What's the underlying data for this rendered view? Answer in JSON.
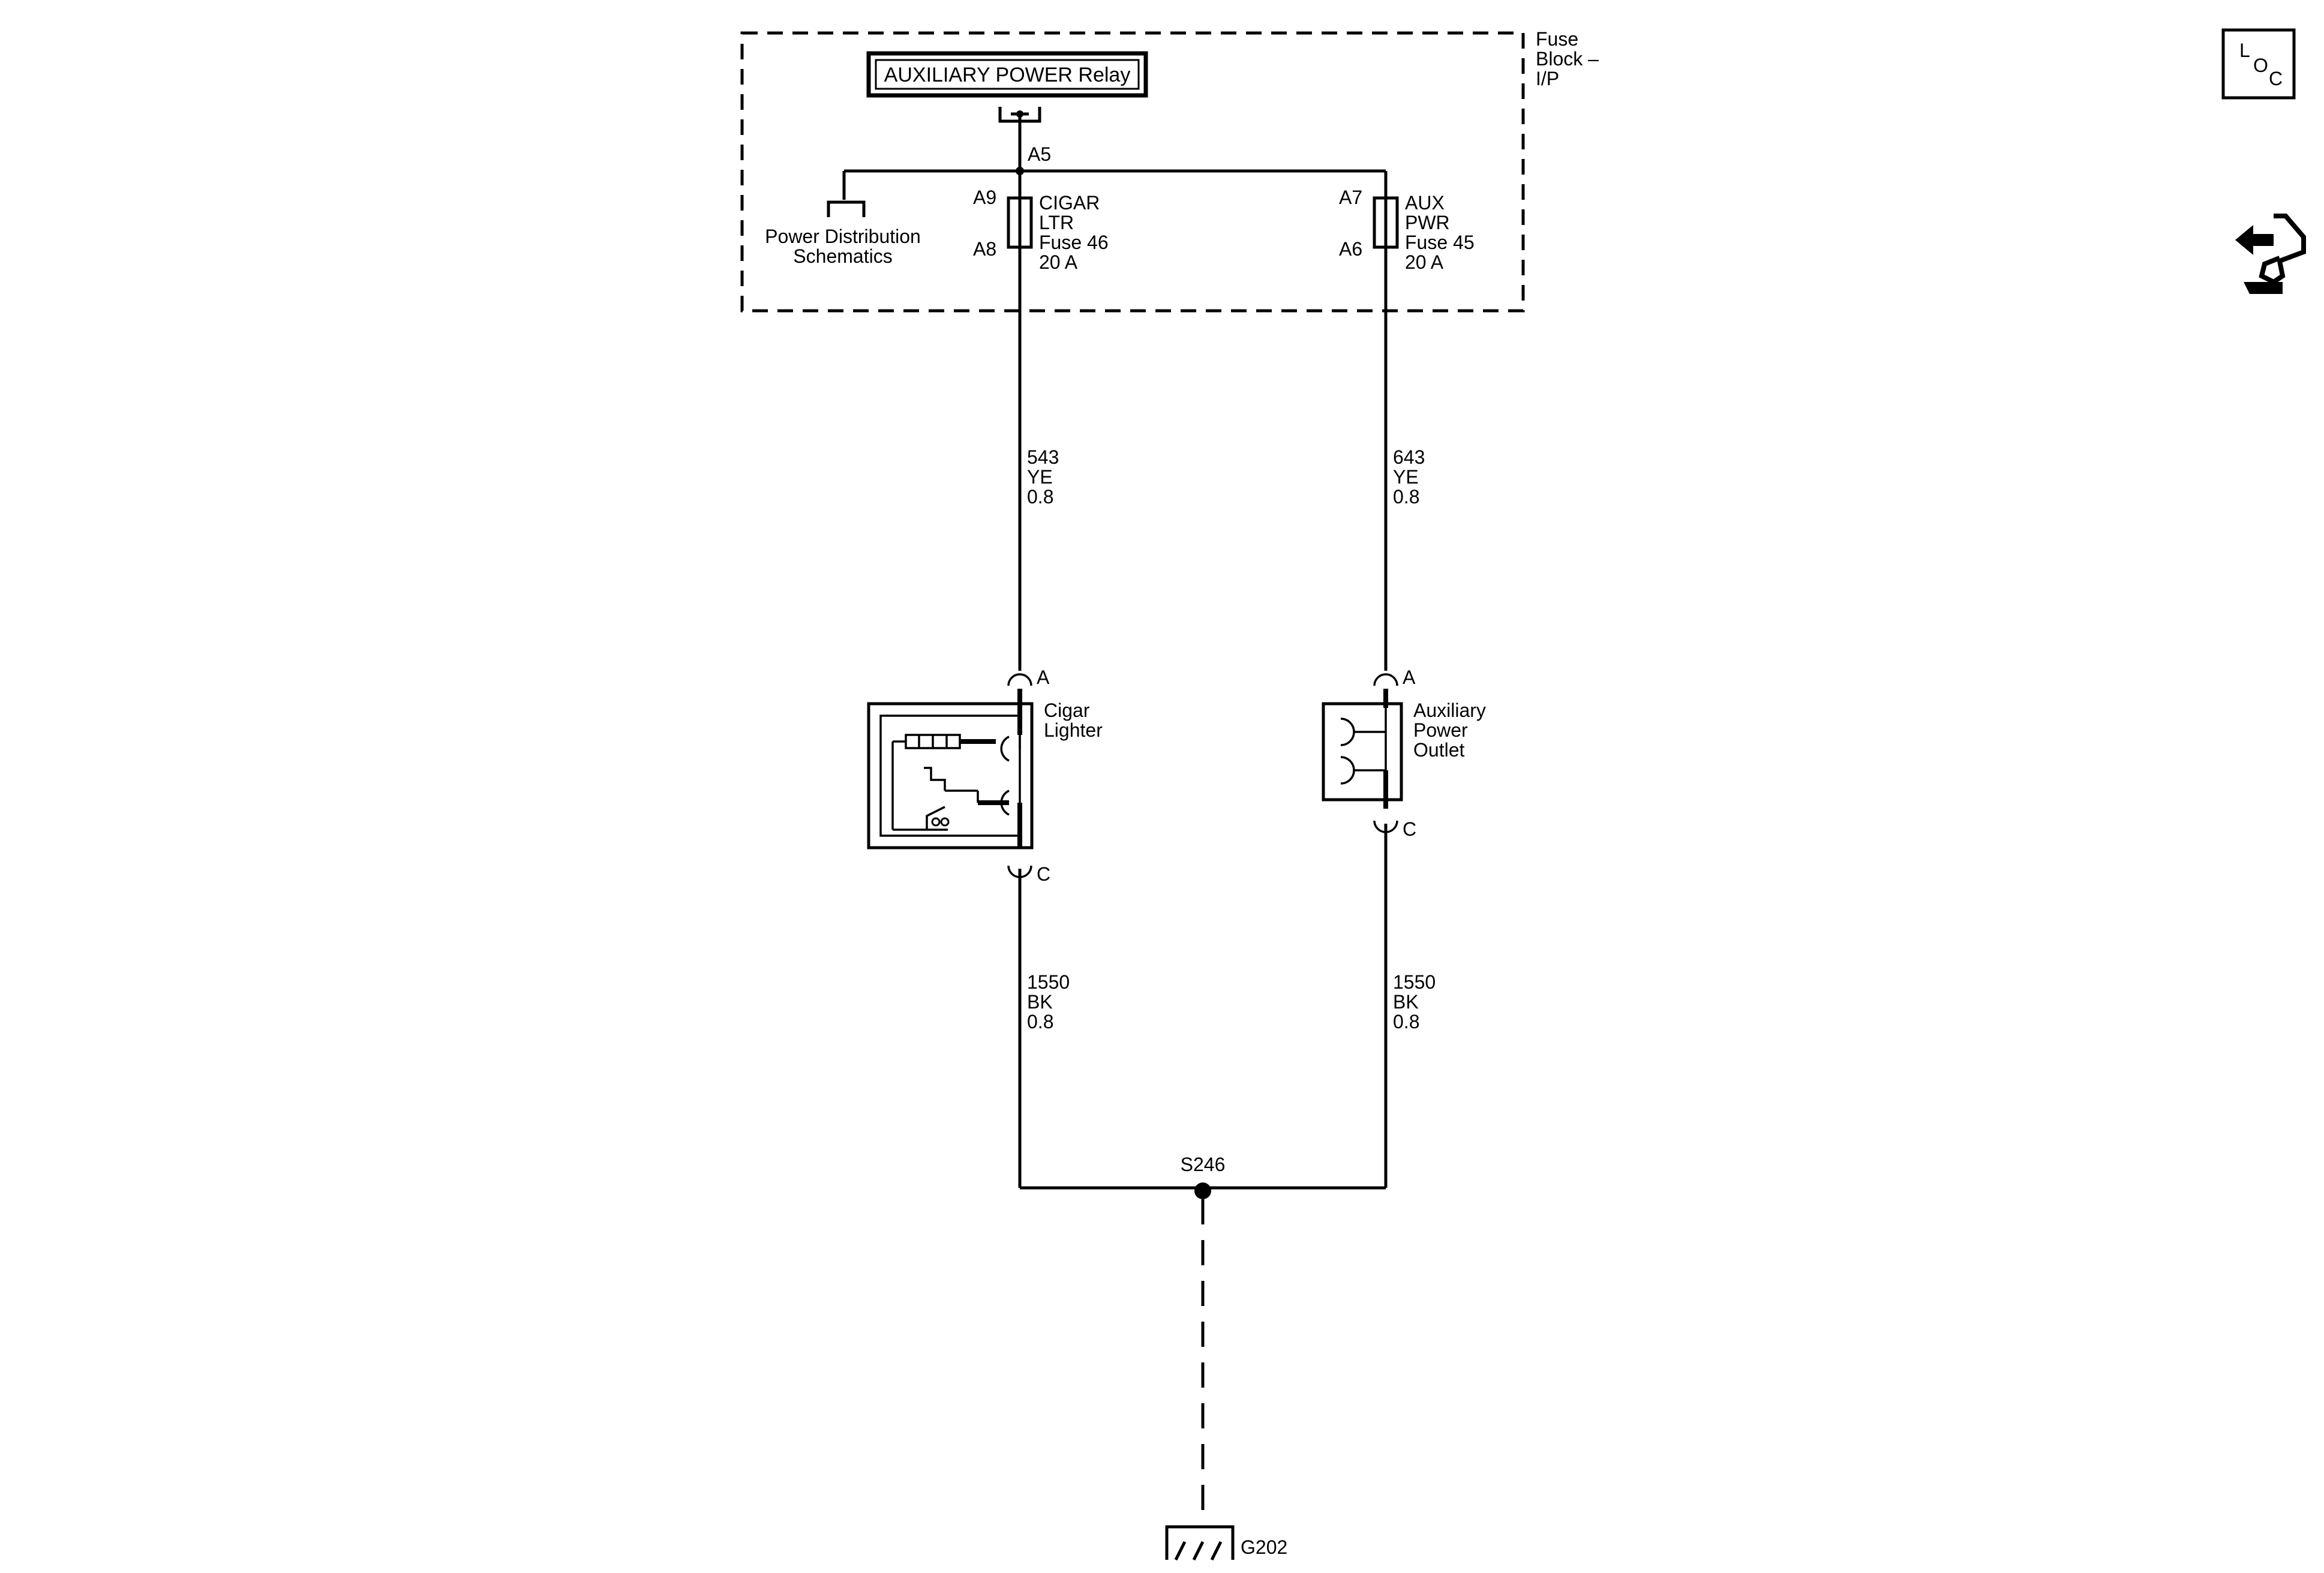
{
  "fuse_block": {
    "label_lines": [
      "Fuse",
      "Block –",
      "I/P"
    ],
    "relay_label": "AUXILIARY POWER Relay",
    "bus_pin": "A5",
    "power_distribution_lines": [
      "Power Distribution",
      "Schematics"
    ]
  },
  "fuses": [
    {
      "in_pin": "A9",
      "out_pin": "A8",
      "label_lines": [
        "CIGAR",
        "LTR",
        "Fuse 46",
        "20 A"
      ]
    },
    {
      "in_pin": "A7",
      "out_pin": "A6",
      "label_lines": [
        "AUX",
        "PWR",
        "Fuse 45",
        "20 A"
      ]
    }
  ],
  "wires": {
    "left_feed": [
      "543",
      "YE",
      "0.8"
    ],
    "right_feed": [
      "643",
      "YE",
      "0.8"
    ],
    "left_ground": [
      "1550",
      "BK",
      "0.8"
    ],
    "right_ground": [
      "1550",
      "BK",
      "0.8"
    ]
  },
  "components": {
    "cigar_lighter": {
      "label_lines": [
        "Cigar",
        "Lighter"
      ],
      "pin_in": "A",
      "pin_out": "C"
    },
    "aux_outlet": {
      "label_lines": [
        "Auxiliary",
        "Power",
        "Outlet"
      ],
      "pin_in": "A",
      "pin_out": "C"
    }
  },
  "splice": "S246",
  "ground": "G202",
  "side_icons": {
    "loc_letters": [
      "L",
      "O",
      "C"
    ],
    "loc_icon": "location-view-icon",
    "connector_icon": "connector-end-view-icon"
  }
}
